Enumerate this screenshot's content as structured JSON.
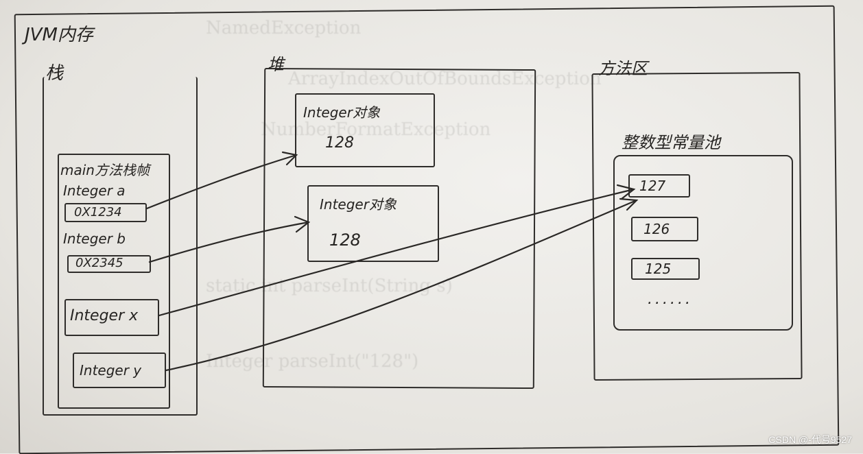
{
  "diagram": {
    "jvm_label": "JVM内存",
    "stack": {
      "label": "栈",
      "frame_label": "main方法栈帧",
      "vars": [
        {
          "name": "Integer a",
          "address": "0X1234"
        },
        {
          "name": "Integer b",
          "address": "0X2345"
        },
        {
          "name": "Integer x"
        },
        {
          "name": "Integer y"
        }
      ]
    },
    "heap": {
      "label": "堆",
      "objects": [
        {
          "title": "Integer对象",
          "value": "128"
        },
        {
          "title": "Integer对象",
          "value": "128"
        }
      ]
    },
    "method_area": {
      "label": "方法区",
      "pool_label": "整数型常量池",
      "entries": [
        "127",
        "126",
        "125",
        "......"
      ]
    }
  },
  "watermark": "CSDN @-代号9527"
}
